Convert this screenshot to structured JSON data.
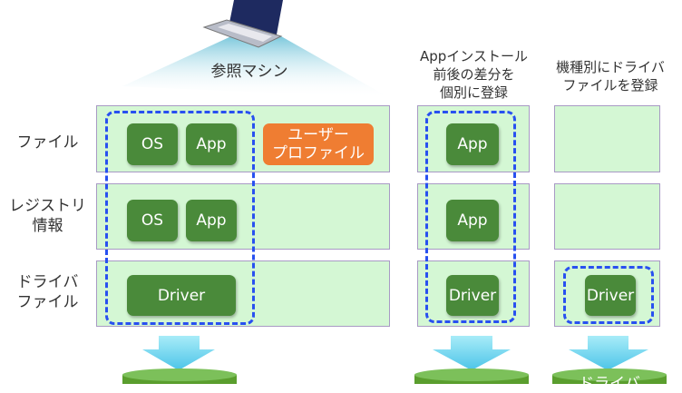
{
  "reference_machine": "参照マシン",
  "middle_caption": [
    "Appインストール",
    "前後の差分を",
    "個別に登録"
  ],
  "right_caption": [
    "機種別にドライバ",
    "ファイルを登録"
  ],
  "rows": {
    "file": "ファイル",
    "registry": [
      "レジストリ",
      "情報"
    ],
    "driver": [
      "ドライバ",
      "ファイル"
    ]
  },
  "boxes": {
    "os": "OS",
    "app": "App",
    "driver": "Driver",
    "user_profile": [
      "ユーザー",
      "プロファイル"
    ]
  },
  "cylinder_right": "ドライバ",
  "colors": {
    "panel": "#d4f7d4",
    "green": "#4a8a3a",
    "orange": "#ef7d32",
    "dash": "#2850f0"
  }
}
